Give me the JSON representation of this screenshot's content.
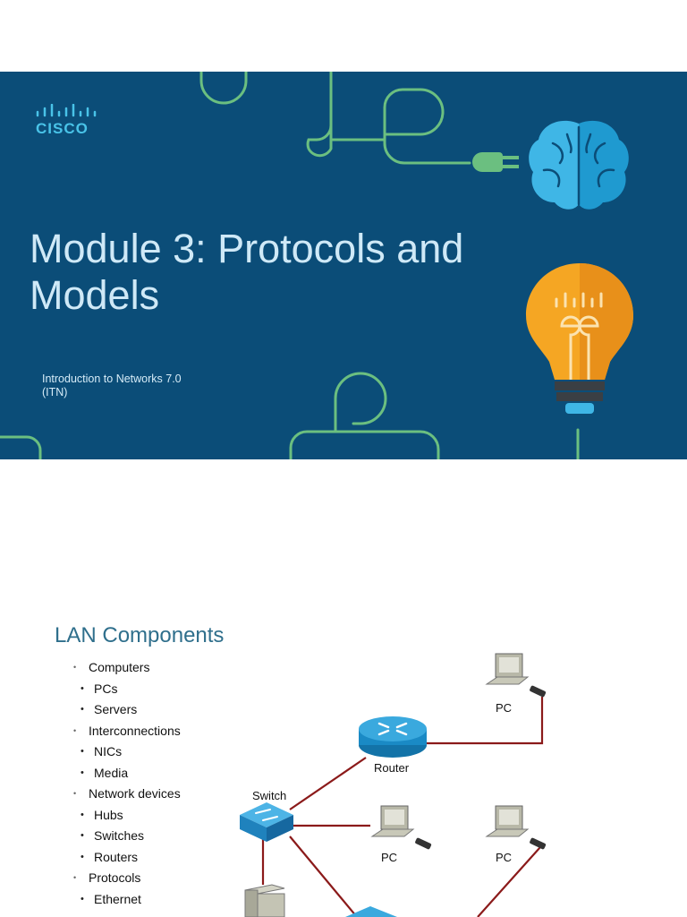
{
  "slide1": {
    "logo_text": "CISCO",
    "title": "Module 3: Protocols and Models",
    "subtitle": "Introduction to Networks 7.0\n(ITN)",
    "colors": {
      "background": "#0b4d78",
      "line": "#6bbf80",
      "brain": "#3fb6e6",
      "bulb": "#f5a623"
    }
  },
  "slide2": {
    "title": "LAN Components",
    "bullets": [
      {
        "level": 1,
        "text": "Computers"
      },
      {
        "level": 2,
        "text": "PCs"
      },
      {
        "level": 2,
        "text": "Servers"
      },
      {
        "level": 1,
        "text": "Interconnections"
      },
      {
        "level": 2,
        "text": "NICs"
      },
      {
        "level": 2,
        "text": "Media"
      },
      {
        "level": 1,
        "text": "Network devices"
      },
      {
        "level": 2,
        "text": "Hubs"
      },
      {
        "level": 2,
        "text": "Switches"
      },
      {
        "level": 2,
        "text": "Routers"
      },
      {
        "level": 1,
        "text": "Protocols"
      },
      {
        "level": 2,
        "text": "Ethernet"
      }
    ],
    "diagram": {
      "router_label": "Router",
      "switch_label": "Switch",
      "pc_top_label": "PC",
      "pc_middle_label": "PC",
      "pc_right_label": "PC",
      "link_color": "#8b1a1a"
    }
  }
}
